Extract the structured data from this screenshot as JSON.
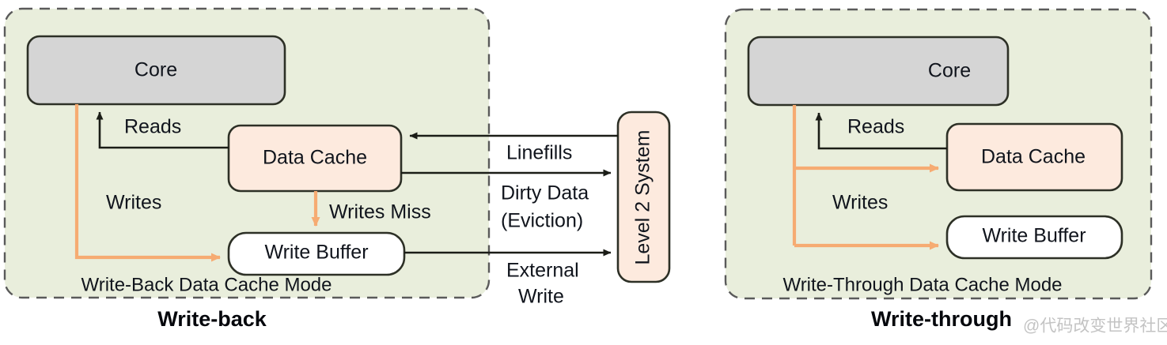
{
  "figure": {
    "background": "#ffffff",
    "colors": {
      "panel_fill": "#e9eedc",
      "panel_border": "#5a5a5a",
      "core_fill": "#d5d5d5",
      "cache_fill": "#fdeade",
      "buffer_fill": "#ffffff",
      "box_border": "#2d3026",
      "arrow_dark": "#1b1d17",
      "arrow_orange": "#f6ab72",
      "text": "#10141c",
      "watermark": "#b9b9b9"
    }
  },
  "panels": [
    {
      "id": "write-back",
      "caption": "Write-Back Data Cache Mode",
      "title": "Write-back",
      "boxes": [
        {
          "id": "core",
          "label": "Core"
        },
        {
          "id": "data-cache",
          "label": "Data Cache"
        },
        {
          "id": "write-buffer",
          "label": "Write Buffer"
        }
      ],
      "edge_labels": [
        {
          "id": "reads",
          "text": "Reads"
        },
        {
          "id": "writes",
          "text": "Writes"
        },
        {
          "id": "writes-miss",
          "text": "Writes Miss"
        }
      ]
    },
    {
      "id": "write-through",
      "caption": "Write-Through Data Cache Mode",
      "title": "Write-through",
      "boxes": [
        {
          "id": "core",
          "label": "Core"
        },
        {
          "id": "data-cache",
          "label": "Data Cache"
        },
        {
          "id": "write-buffer",
          "label": "Write Buffer"
        }
      ],
      "edge_labels": [
        {
          "id": "reads",
          "text": "Reads"
        },
        {
          "id": "writes",
          "text": "Writes"
        }
      ]
    }
  ],
  "external": {
    "level2": {
      "label": "Level 2 System"
    },
    "edge_labels": [
      {
        "id": "linefills",
        "text": "Linefills"
      },
      {
        "id": "dirty-data",
        "line1": "Dirty Data",
        "line2": "(Eviction)"
      },
      {
        "id": "external-write",
        "line1": "External",
        "line2": "Write"
      }
    ]
  },
  "watermark": {
    "text": "@代码改变世界社区"
  }
}
